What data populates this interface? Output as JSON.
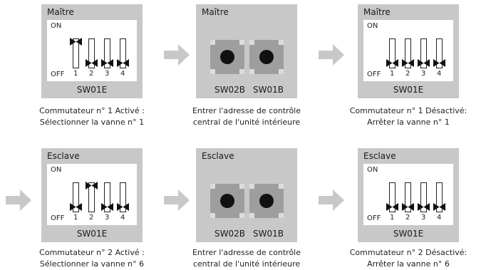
{
  "rows": [
    {
      "left_panel": {
        "title": "Maître",
        "name": "SW01E",
        "on": "ON",
        "off": "OFF",
        "switches": [
          "1",
          "2",
          "3",
          "4"
        ]
      },
      "mid_panel": {
        "title": "Maître",
        "btn_left": "SW02B",
        "btn_right": "SW01B"
      },
      "right_panel": {
        "title": "Maître",
        "name": "SW01E",
        "on": "ON",
        "off": "OFF",
        "switches": [
          "1",
          "2",
          "3",
          "4"
        ]
      },
      "captions": [
        [
          "Commutateur n° 1 Activé :",
          "Sélectionner la vanne n° 1"
        ],
        [
          "Entrer l'adresse de contrôle",
          "central de l'unité intérieure"
        ],
        [
          "Commutateur n° 1 Désactivé:",
          "Arrêter la vanne n° 1"
        ]
      ]
    },
    {
      "left_panel": {
        "title": "Esclave",
        "name": "SW01E",
        "on": "ON",
        "off": "OFF",
        "switches": [
          "1",
          "2",
          "3",
          "4"
        ]
      },
      "mid_panel": {
        "title": "Esclave",
        "btn_left": "SW02B",
        "btn_right": "SW01B"
      },
      "right_panel": {
        "title": "Esclave",
        "name": "SW01E",
        "on": "ON",
        "off": "OFF",
        "switches": [
          "1",
          "2",
          "3",
          "4"
        ]
      },
      "captions": [
        [
          "Commutateur n° 2 Activé :",
          "Sélectionner la vanne n° 6"
        ],
        [
          "Entrer l'adresse de contrôle",
          "central de l'unité intérieure"
        ],
        [
          "Commutateur n° 2 Désactivé:",
          "Arrêter la vanne n° 6"
        ]
      ]
    }
  ],
  "colors": {
    "panel": "#c8c8c8",
    "pad": "#9e9e9e",
    "arrow": "#c8c8c8",
    "knob": "#111111"
  },
  "switch_states": {
    "row1_left": [
      "on",
      "off",
      "off",
      "off"
    ],
    "row1_right": [
      "off",
      "off",
      "off",
      "off"
    ],
    "row2_left": [
      "off",
      "on",
      "off",
      "off"
    ],
    "row2_right": [
      "off",
      "off",
      "off",
      "off"
    ]
  }
}
